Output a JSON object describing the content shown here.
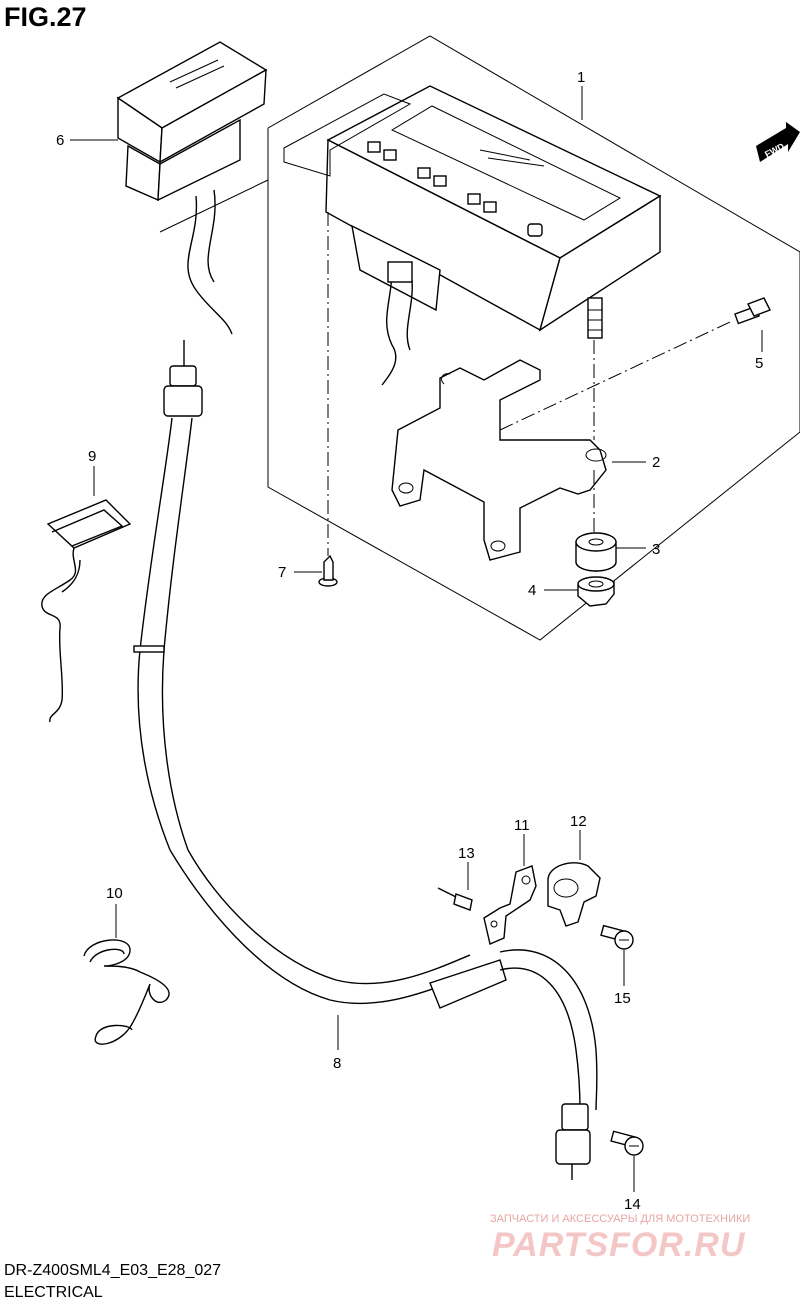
{
  "figure_title": "FIG.27",
  "model_code": "DR-Z400SML4_E03_E28_027",
  "section_name": "ELECTRICAL",
  "direction_label": "FWD",
  "watermark": {
    "line1": "ЗАПЧАСТИ И АКСЕССУАРЫ ДЛЯ МОТОТЕХНИКИ",
    "line2": "PARTSFOR.RU"
  },
  "callouts": {
    "c1": "1",
    "c2": "2",
    "c3": "3",
    "c4": "4",
    "c5": "5",
    "c6": "6",
    "c7": "7",
    "c8": "8",
    "c9": "9",
    "c10": "10",
    "c11": "11",
    "c12": "12",
    "c13": "13",
    "c14": "14",
    "c15": "15"
  },
  "colors": {
    "line": "#000000",
    "background": "#ffffff",
    "watermark": "#f4c6c6"
  }
}
